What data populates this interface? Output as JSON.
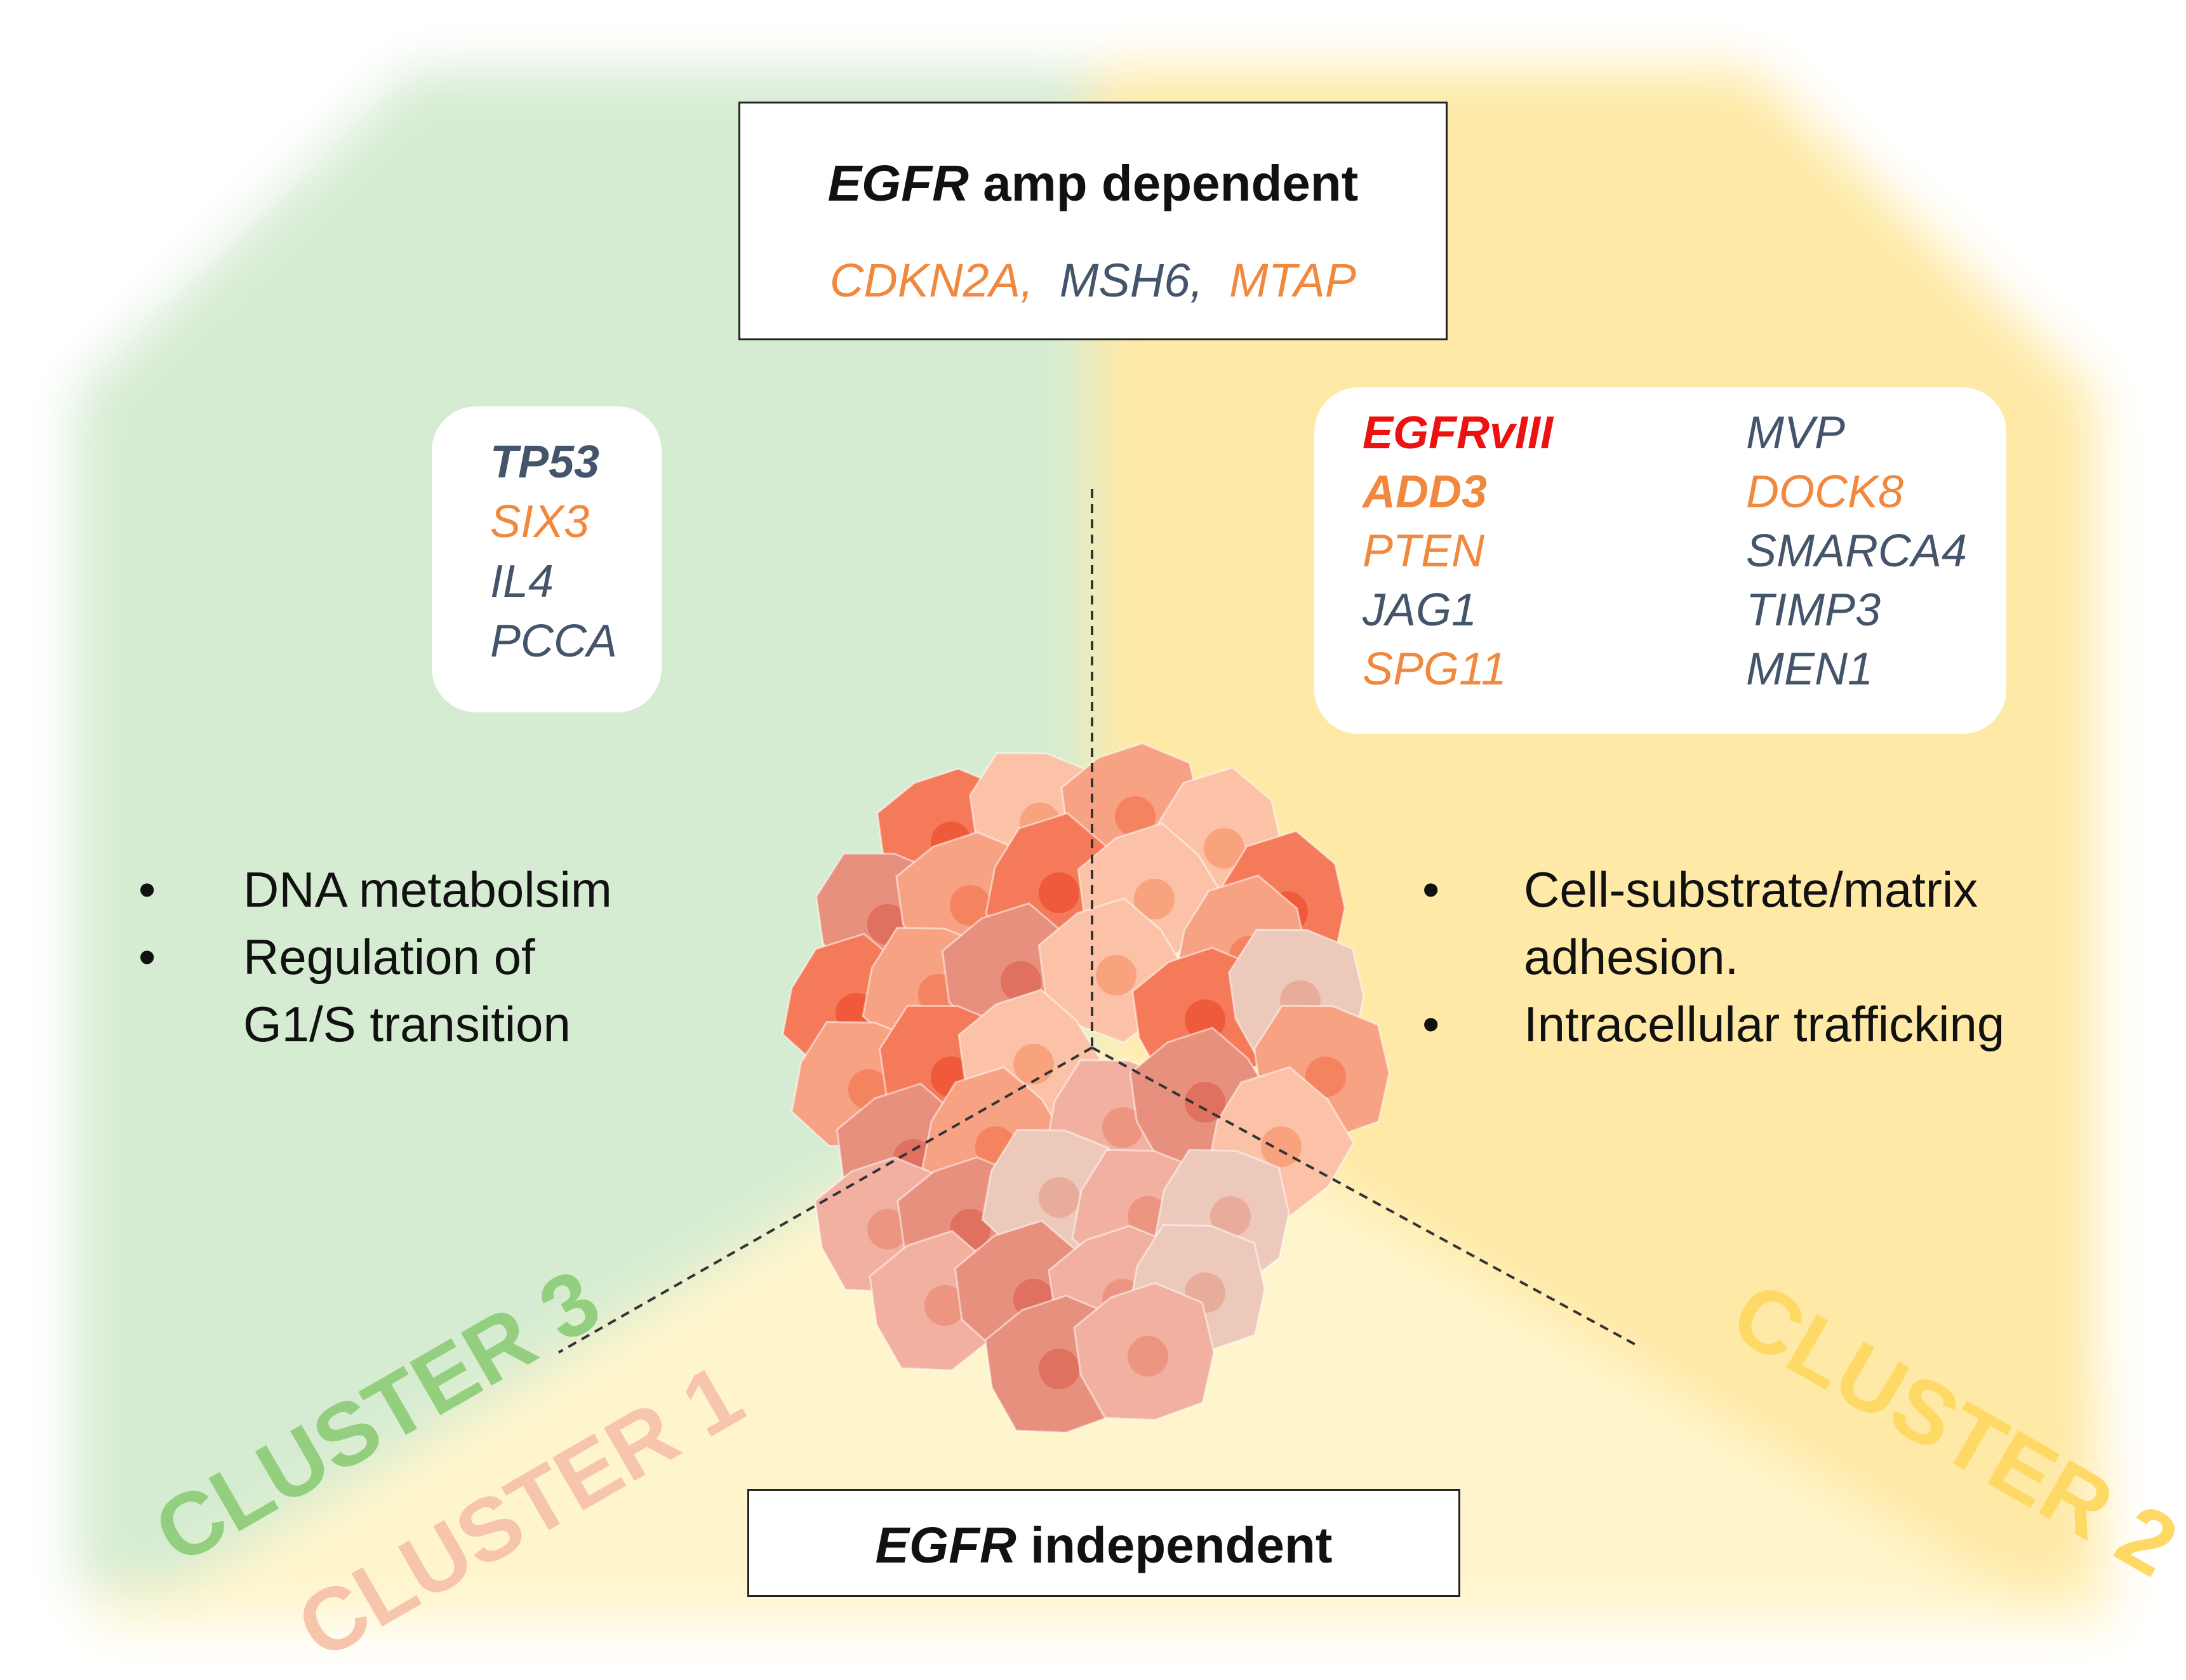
{
  "colors": {
    "orange_gene": "#f0883e",
    "navy_gene": "#44546a",
    "red_gene": "#ee1111",
    "cluster1": "#f6c5ac",
    "cluster2": "#ffd966",
    "cluster3": "#93cf7e",
    "green_region": "#d6ecd2",
    "yellow_region": "#fee9a6",
    "light_yellow_region": "#fff5cc"
  },
  "top_box": {
    "title_gene": "EGFR",
    "title_rest": " amp dependent",
    "genes": [
      {
        "text": "CDKN2A,",
        "color": "orange"
      },
      {
        "text": "MSH6,",
        "color": "navy"
      },
      {
        "text": "MTAP",
        "color": "orange"
      }
    ]
  },
  "bottom_box": {
    "title_gene": "EGFR",
    "title_rest": " independent"
  },
  "left_genes": [
    {
      "text": "TP53",
      "color": "navy",
      "bold": true
    },
    {
      "text": "SIX3",
      "color": "orange",
      "bold": false
    },
    {
      "text": "IL4",
      "color": "navy",
      "bold": false
    },
    {
      "text": "PCCA",
      "color": "navy",
      "bold": false
    }
  ],
  "right_genes_col1": [
    {
      "text": "EGFRvIII",
      "color": "red",
      "bold": true
    },
    {
      "text": "ADD3",
      "color": "orange",
      "bold": true
    },
    {
      "text": "PTEN",
      "color": "orange",
      "bold": false
    },
    {
      "text": "JAG1",
      "color": "navy",
      "bold": false
    },
    {
      "text": "SPG11",
      "color": "orange",
      "bold": false
    }
  ],
  "right_genes_col2": [
    {
      "text": "MVP",
      "color": "navy",
      "bold": false
    },
    {
      "text": "DOCK8",
      "color": "orange",
      "bold": false
    },
    {
      "text": "SMARCA4",
      "color": "navy",
      "bold": false
    },
    {
      "text": "TIMP3",
      "color": "navy",
      "bold": false
    },
    {
      "text": "MEN1",
      "color": "navy",
      "bold": false
    }
  ],
  "left_bullets": {
    "dot": "•",
    "items": [
      {
        "lines": [
          "DNA metabolsim"
        ]
      },
      {
        "lines": [
          "Regulation  of",
          "G1/S transition"
        ]
      }
    ]
  },
  "right_bullets": {
    "dot": "•",
    "items": [
      {
        "lines": [
          "Cell-substrate/matrix",
          "adhesion."
        ]
      },
      {
        "lines": [
          "Intracellular  trafficking"
        ]
      }
    ]
  },
  "clusters": {
    "c1": "CLUSTER 1",
    "c2": "CLUSTER 2",
    "c3": "CLUSTER 3"
  }
}
